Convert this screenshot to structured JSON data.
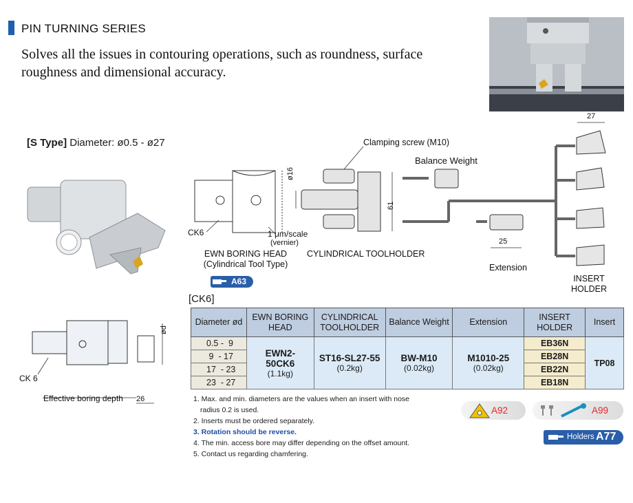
{
  "header": {
    "series_title": "PIN TURNING SERIES",
    "lead": "Solves all the issues in contouring operations, such as roundness, surface roughness and dimensional accuracy."
  },
  "stype": {
    "tag": "[S Type]",
    "diameter": "Diameter: ø0.5 - ø27"
  },
  "diagram": {
    "clamping_screw": "Clamping screw (M10)",
    "balance_weight": "Balance Weight",
    "dim_16": "ø16",
    "dim_61": "61",
    "dim_27": "27",
    "dim_25": "25",
    "ck6": "CK6",
    "scale_line1": "1 μm/scale",
    "scale_line2": "(vernier)",
    "ewn_line1": "EWN BORING HEAD",
    "ewn_line2": "(Cylindrical Tool Type)",
    "cyl_holder": "CYLINDRICAL TOOLHOLDER",
    "extension": "Extension",
    "insert_line1": "INSERT",
    "insert_line2": "HOLDER",
    "a63": "A63",
    "ck6_side": "CK 6",
    "eff_depth": "Effective boring depth",
    "dim_26": "26",
    "dim_od": "ød"
  },
  "table": {
    "label": "[CK6]",
    "headers": {
      "diameter": "Diameter ød",
      "ewn_1": "EWN BORING",
      "ewn_2": "HEAD",
      "cyl_1": "CYLINDRICAL",
      "cyl_2": "TOOLHOLDER",
      "balance": "Balance Weight",
      "extension": "Extension",
      "holder_1": "INSERT",
      "holder_2": "HOLDER",
      "insert": "Insert"
    },
    "diameters": [
      "0.5 -  9",
      " 9  - 17",
      "17  - 23",
      "23  - 27"
    ],
    "ewn": {
      "code_1": "EWN2-",
      "code_2": "50CK6",
      "weight": "(1.1kg)"
    },
    "cyl": {
      "code": "ST16-SL27-55",
      "weight": "(0.2kg)"
    },
    "balance": {
      "code": "BW-M10",
      "weight": "(0.02kg)"
    },
    "extension": {
      "code": "M1010-25",
      "weight": "(0.02kg)"
    },
    "holders": [
      "EB36N",
      "EB28N",
      "EB22N",
      "EB18N"
    ],
    "insert": "TP08"
  },
  "notes": {
    "n1a": "1.  Max. and min. diameters are the values when an insert with nose",
    "n1b": "radius 0.2 is used.",
    "n2": "2.  Inserts must be ordered separately.",
    "n3": "3.  Rotation should be reverse.",
    "n4": "4.  The min. access bore may differ depending on the offset amount.",
    "n5": "5.  Contact us regarding chamfering."
  },
  "refs": {
    "a92": "A92",
    "a99": "A99",
    "holders": "Holders",
    "a77": "A77"
  }
}
